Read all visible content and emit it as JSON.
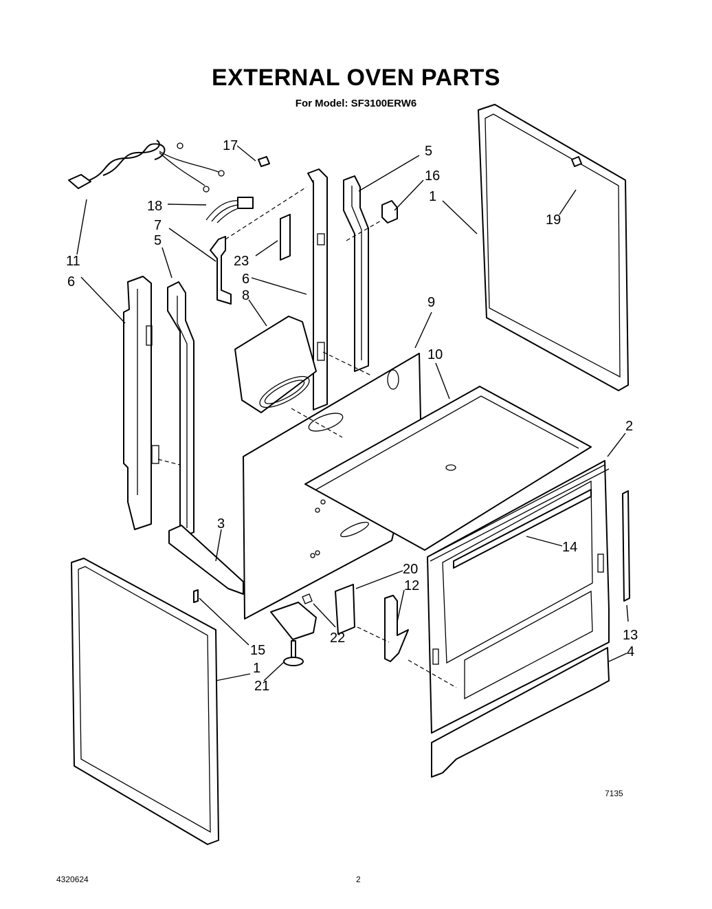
{
  "header": {
    "title": "EXTERNAL OVEN PARTS",
    "subtitle": "For Model: SF3100ERW6"
  },
  "callouts": {
    "c1a": "1",
    "c1b": "1",
    "c2": "2",
    "c3": "3",
    "c4": "4",
    "c5a": "5",
    "c5b": "5",
    "c6a": "6",
    "c6b": "6",
    "c7": "7",
    "c8": "8",
    "c9": "9",
    "c10": "10",
    "c11": "11",
    "c12": "12",
    "c13": "13",
    "c14": "14",
    "c15": "15",
    "c16": "16",
    "c17": "17",
    "c18": "18",
    "c19": "19",
    "c20": "20",
    "c21": "21",
    "c22": "22",
    "c23": "23"
  },
  "diagram_code": "7135",
  "footer": {
    "doc_number": "4320624",
    "page_number": "2"
  }
}
